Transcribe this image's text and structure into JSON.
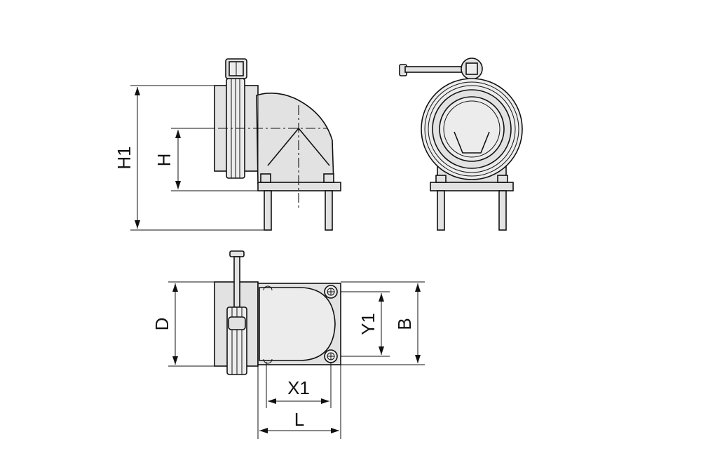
{
  "dimension_labels": {
    "h1": "H1",
    "h": "H",
    "d": "D",
    "y1": "Y1",
    "b": "B",
    "x1": "X1",
    "l": "L"
  }
}
